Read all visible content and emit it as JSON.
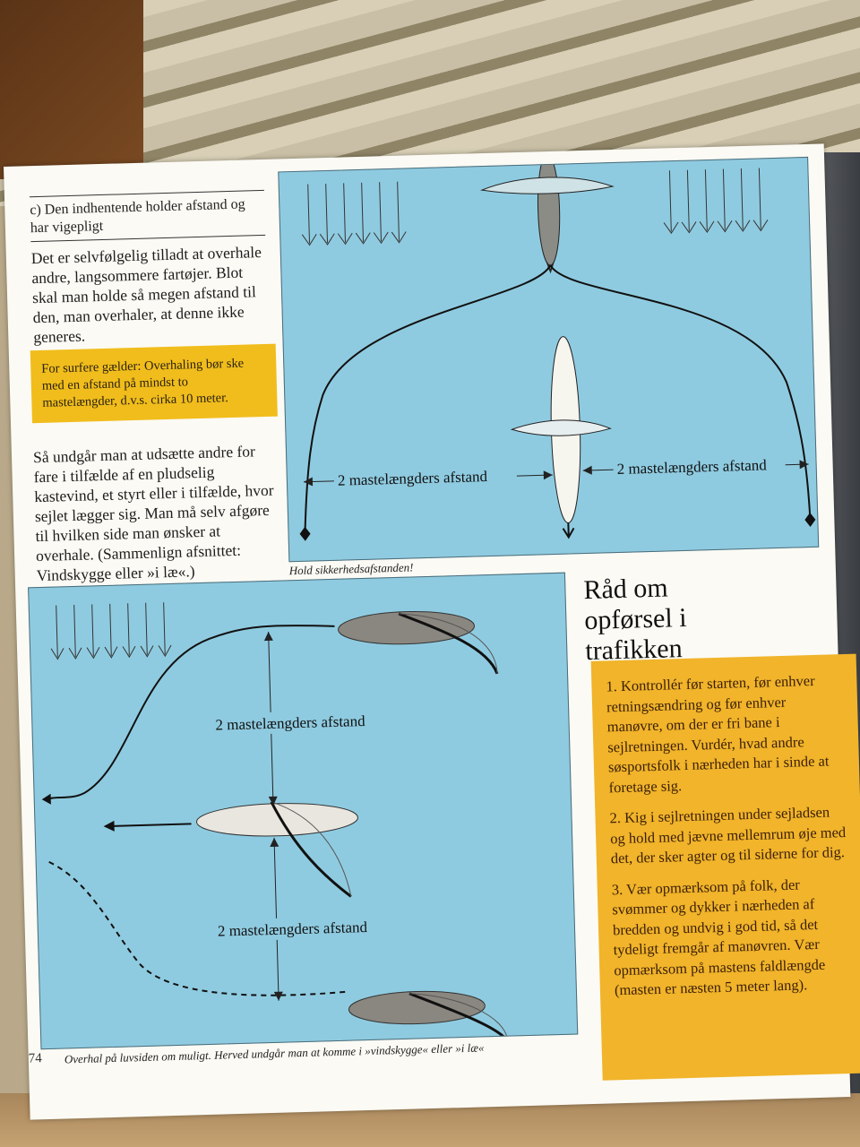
{
  "left_column": {
    "subheading": "c) Den indhentende holder afstand og har vigepligt",
    "paragraph1": "Det er selvfølgelig tilladt at overhale andre, langsommere fartøjer. Blot skal man holde så megen afstand til den, man overhaler, at denne ikke generes.",
    "note": "For surfere gælder: Overhaling bør ske med en afstand på mindst to mastelængder, d.v.s. cirka 10 meter.",
    "paragraph2": "Så undgår man at udsætte andre for fare i tilfælde af en pludselig kastevind, et styrt eller i tilfælde, hvor sejlet lægger sig. Man må selv afgøre til hvilken side man ønsker at overhale. (Sammenlign afsnittet: Vindskygge eller »i læ«.)"
  },
  "top_diagram": {
    "label_left": "2 mastelængders afstand",
    "label_right": "2 mastelængders afstand",
    "caption": "Hold sikkerhedsafstanden!"
  },
  "bottom_diagram": {
    "label_upper": "2 mastelængders afstand",
    "label_lower": "2 mastelængders afstand",
    "caption": "Overhal på luvsiden om muligt. Herved undgår man at komme i »vindskygge« eller »i læ«"
  },
  "tips": {
    "heading": "Råd om opførsel i trafikken",
    "items": [
      "1. Kontrollér før starten, før enhver retningsændring og før enhver manøvre, om der er fri bane i sejlretningen. Vurdér, hvad andre søsportsfolk i nærheden har i sinde at foretage sig.",
      "2. Kig i sejlretningen under sejladsen og hold med jævne mellemrum øje med det, der sker agter og til siderne for dig.",
      "3. Vær opmærksom på folk, der svømmer og dykker i nærheden af bredden og undvig i god tid, så det tydeligt fremgår af manøvren. Vær opmærksom på mastens faldlængde (masten er næsten 5 meter lang)."
    ]
  },
  "page_number": "74",
  "colors": {
    "water": "#8fcbe0",
    "note": "#f1bd1c",
    "tips": "#f1b42a"
  }
}
